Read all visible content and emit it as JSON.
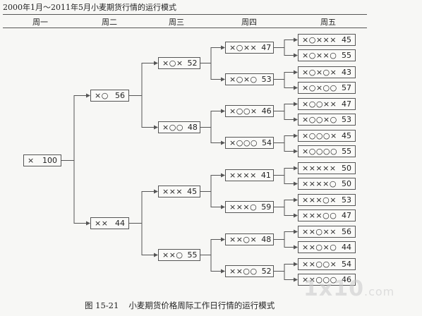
{
  "title": "2000年1月～2011年5月小麦期货行情的运行模式",
  "days": [
    "周一",
    "周二",
    "周三",
    "周四",
    "周五"
  ],
  "colors": {
    "line": "#555555",
    "box_border": "#555555"
  },
  "nodes": [
    {
      "id": "n-root",
      "pattern": "×",
      "value": "100"
    },
    {
      "id": "n-a",
      "pattern": "×○",
      "value": "56"
    },
    {
      "id": "n-b",
      "pattern": "××",
      "value": "44"
    },
    {
      "id": "n-aa",
      "pattern": "×○×",
      "value": "52"
    },
    {
      "id": "n-ab",
      "pattern": "×○○",
      "value": "48"
    },
    {
      "id": "n-ba",
      "pattern": "×××",
      "value": "45"
    },
    {
      "id": "n-bb",
      "pattern": "××○",
      "value": "55"
    },
    {
      "id": "n-aaa",
      "pattern": "×○××",
      "value": "47"
    },
    {
      "id": "n-aab",
      "pattern": "×○×○",
      "value": "53"
    },
    {
      "id": "n-aba",
      "pattern": "×○○×",
      "value": "46"
    },
    {
      "id": "n-abb",
      "pattern": "×○○○",
      "value": "54"
    },
    {
      "id": "n-baa",
      "pattern": "××××",
      "value": "41"
    },
    {
      "id": "n-bab",
      "pattern": "×××○",
      "value": "59"
    },
    {
      "id": "n-bba",
      "pattern": "××○×",
      "value": "48"
    },
    {
      "id": "n-bbb",
      "pattern": "××○○",
      "value": "52"
    },
    {
      "id": "f1",
      "pattern": "×○×××",
      "value": "45"
    },
    {
      "id": "f2",
      "pattern": "×○××○",
      "value": "55"
    },
    {
      "id": "f3",
      "pattern": "×○×○×",
      "value": "43"
    },
    {
      "id": "f4",
      "pattern": "×○×○○",
      "value": "57"
    },
    {
      "id": "f5",
      "pattern": "×○○××",
      "value": "47"
    },
    {
      "id": "f6",
      "pattern": "×○○×○",
      "value": "53"
    },
    {
      "id": "f7",
      "pattern": "×○○○×",
      "value": "45"
    },
    {
      "id": "f8",
      "pattern": "×○○○○",
      "value": "55"
    },
    {
      "id": "f9",
      "pattern": "×××××",
      "value": "50"
    },
    {
      "id": "f10",
      "pattern": "××××○",
      "value": "50"
    },
    {
      "id": "f11",
      "pattern": "×××○×",
      "value": "53"
    },
    {
      "id": "f12",
      "pattern": "×××○○",
      "value": "47"
    },
    {
      "id": "f13",
      "pattern": "××○××",
      "value": "56"
    },
    {
      "id": "f14",
      "pattern": "××○×○",
      "value": "44"
    },
    {
      "id": "f15",
      "pattern": "××○○×",
      "value": "54"
    },
    {
      "id": "f16",
      "pattern": "××○○○",
      "value": "46"
    }
  ],
  "edges": [
    [
      "n-root",
      "n-a"
    ],
    [
      "n-root",
      "n-b"
    ],
    [
      "n-a",
      "n-aa"
    ],
    [
      "n-a",
      "n-ab"
    ],
    [
      "n-b",
      "n-ba"
    ],
    [
      "n-b",
      "n-bb"
    ],
    [
      "n-aa",
      "n-aaa"
    ],
    [
      "n-aa",
      "n-aab"
    ],
    [
      "n-ab",
      "n-aba"
    ],
    [
      "n-ab",
      "n-abb"
    ],
    [
      "n-ba",
      "n-baa"
    ],
    [
      "n-ba",
      "n-bab"
    ],
    [
      "n-bb",
      "n-bba"
    ],
    [
      "n-bb",
      "n-bbb"
    ],
    [
      "n-aaa",
      "f1"
    ],
    [
      "n-aaa",
      "f2"
    ],
    [
      "n-aab",
      "f3"
    ],
    [
      "n-aab",
      "f4"
    ],
    [
      "n-aba",
      "f5"
    ],
    [
      "n-aba",
      "f6"
    ],
    [
      "n-abb",
      "f7"
    ],
    [
      "n-abb",
      "f8"
    ],
    [
      "n-baa",
      "f9"
    ],
    [
      "n-baa",
      "f10"
    ],
    [
      "n-bab",
      "f11"
    ],
    [
      "n-bab",
      "f12"
    ],
    [
      "n-bba",
      "f13"
    ],
    [
      "n-bba",
      "f14"
    ],
    [
      "n-bbb",
      "f15"
    ],
    [
      "n-bbb",
      "f16"
    ]
  ],
  "caption": {
    "number": "图 15-21",
    "text": "小麦期货价格周际工作日行情的运行模式"
  },
  "watermark": {
    "brand": "1x10",
    "suffix": ".com"
  }
}
